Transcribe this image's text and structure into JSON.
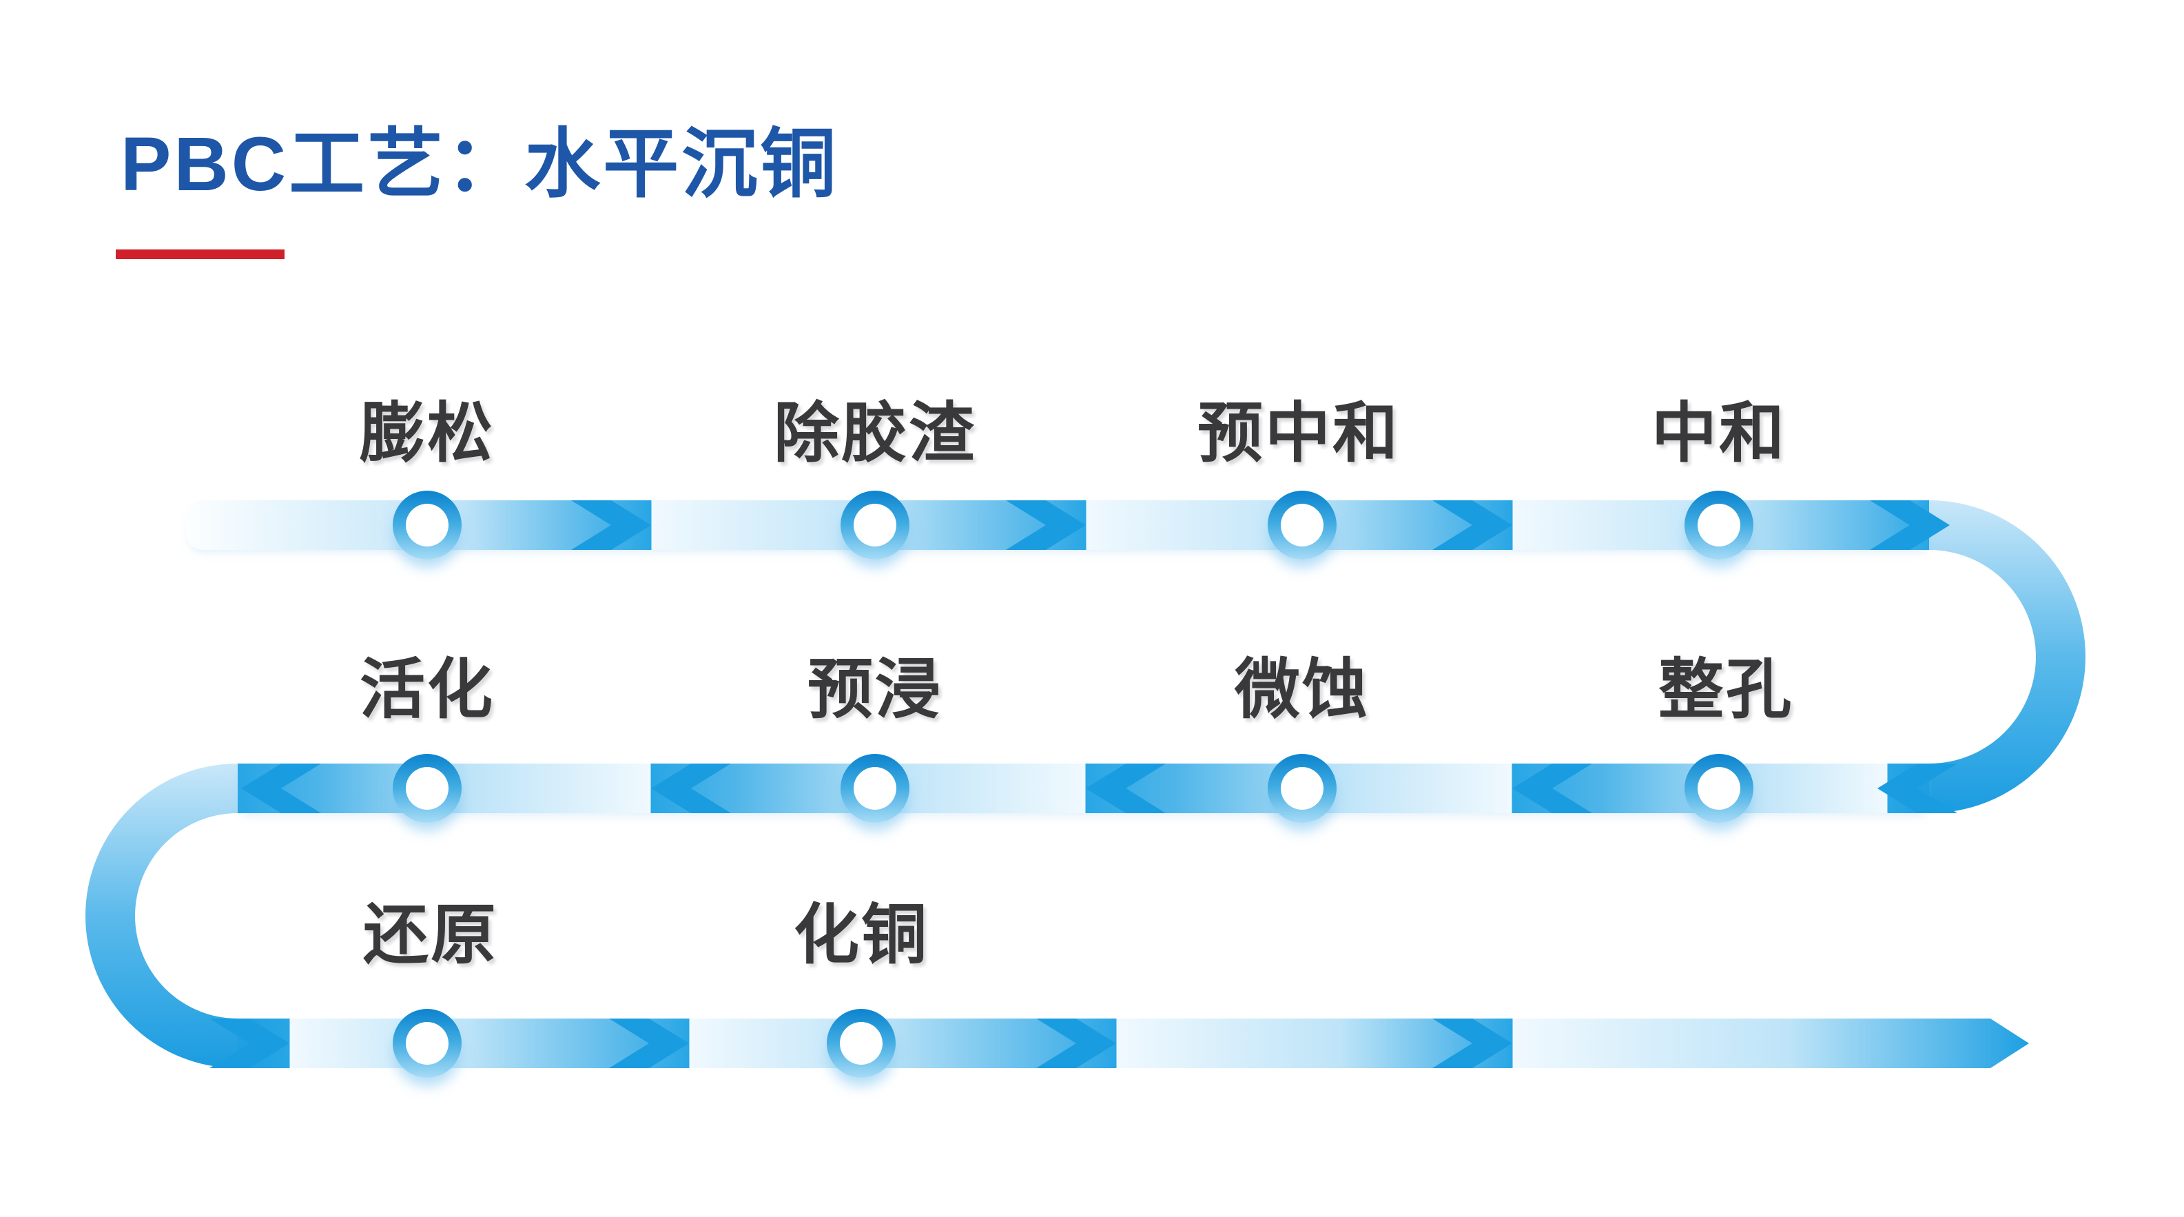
{
  "title": {
    "text": "PBC工艺：水平沉铜"
  },
  "accent": {
    "title_color": "#1E56A8",
    "underline_color": "#D0202A",
    "ribbon_dark": "#1D9FE2",
    "ribbon_light": "#F0F9FE",
    "ring_dark": "#0B83CE",
    "ring_light": "#A7DBF6",
    "label_color": "#39393B"
  },
  "flow": {
    "rows": [
      {
        "name": "row-1",
        "direction": "left-to-right",
        "steps": [
          {
            "label": "膨松"
          },
          {
            "label": "除胶渣"
          },
          {
            "label": "预中和"
          },
          {
            "label": "中和"
          }
        ]
      },
      {
        "name": "row-2",
        "direction": "right-to-left",
        "steps": [
          {
            "label": "活化"
          },
          {
            "label": "预浸"
          },
          {
            "label": "微蚀"
          },
          {
            "label": "整孔"
          }
        ]
      },
      {
        "name": "row-3",
        "direction": "left-to-right",
        "steps": [
          {
            "label": "还原"
          },
          {
            "label": "化铜"
          }
        ]
      }
    ]
  }
}
